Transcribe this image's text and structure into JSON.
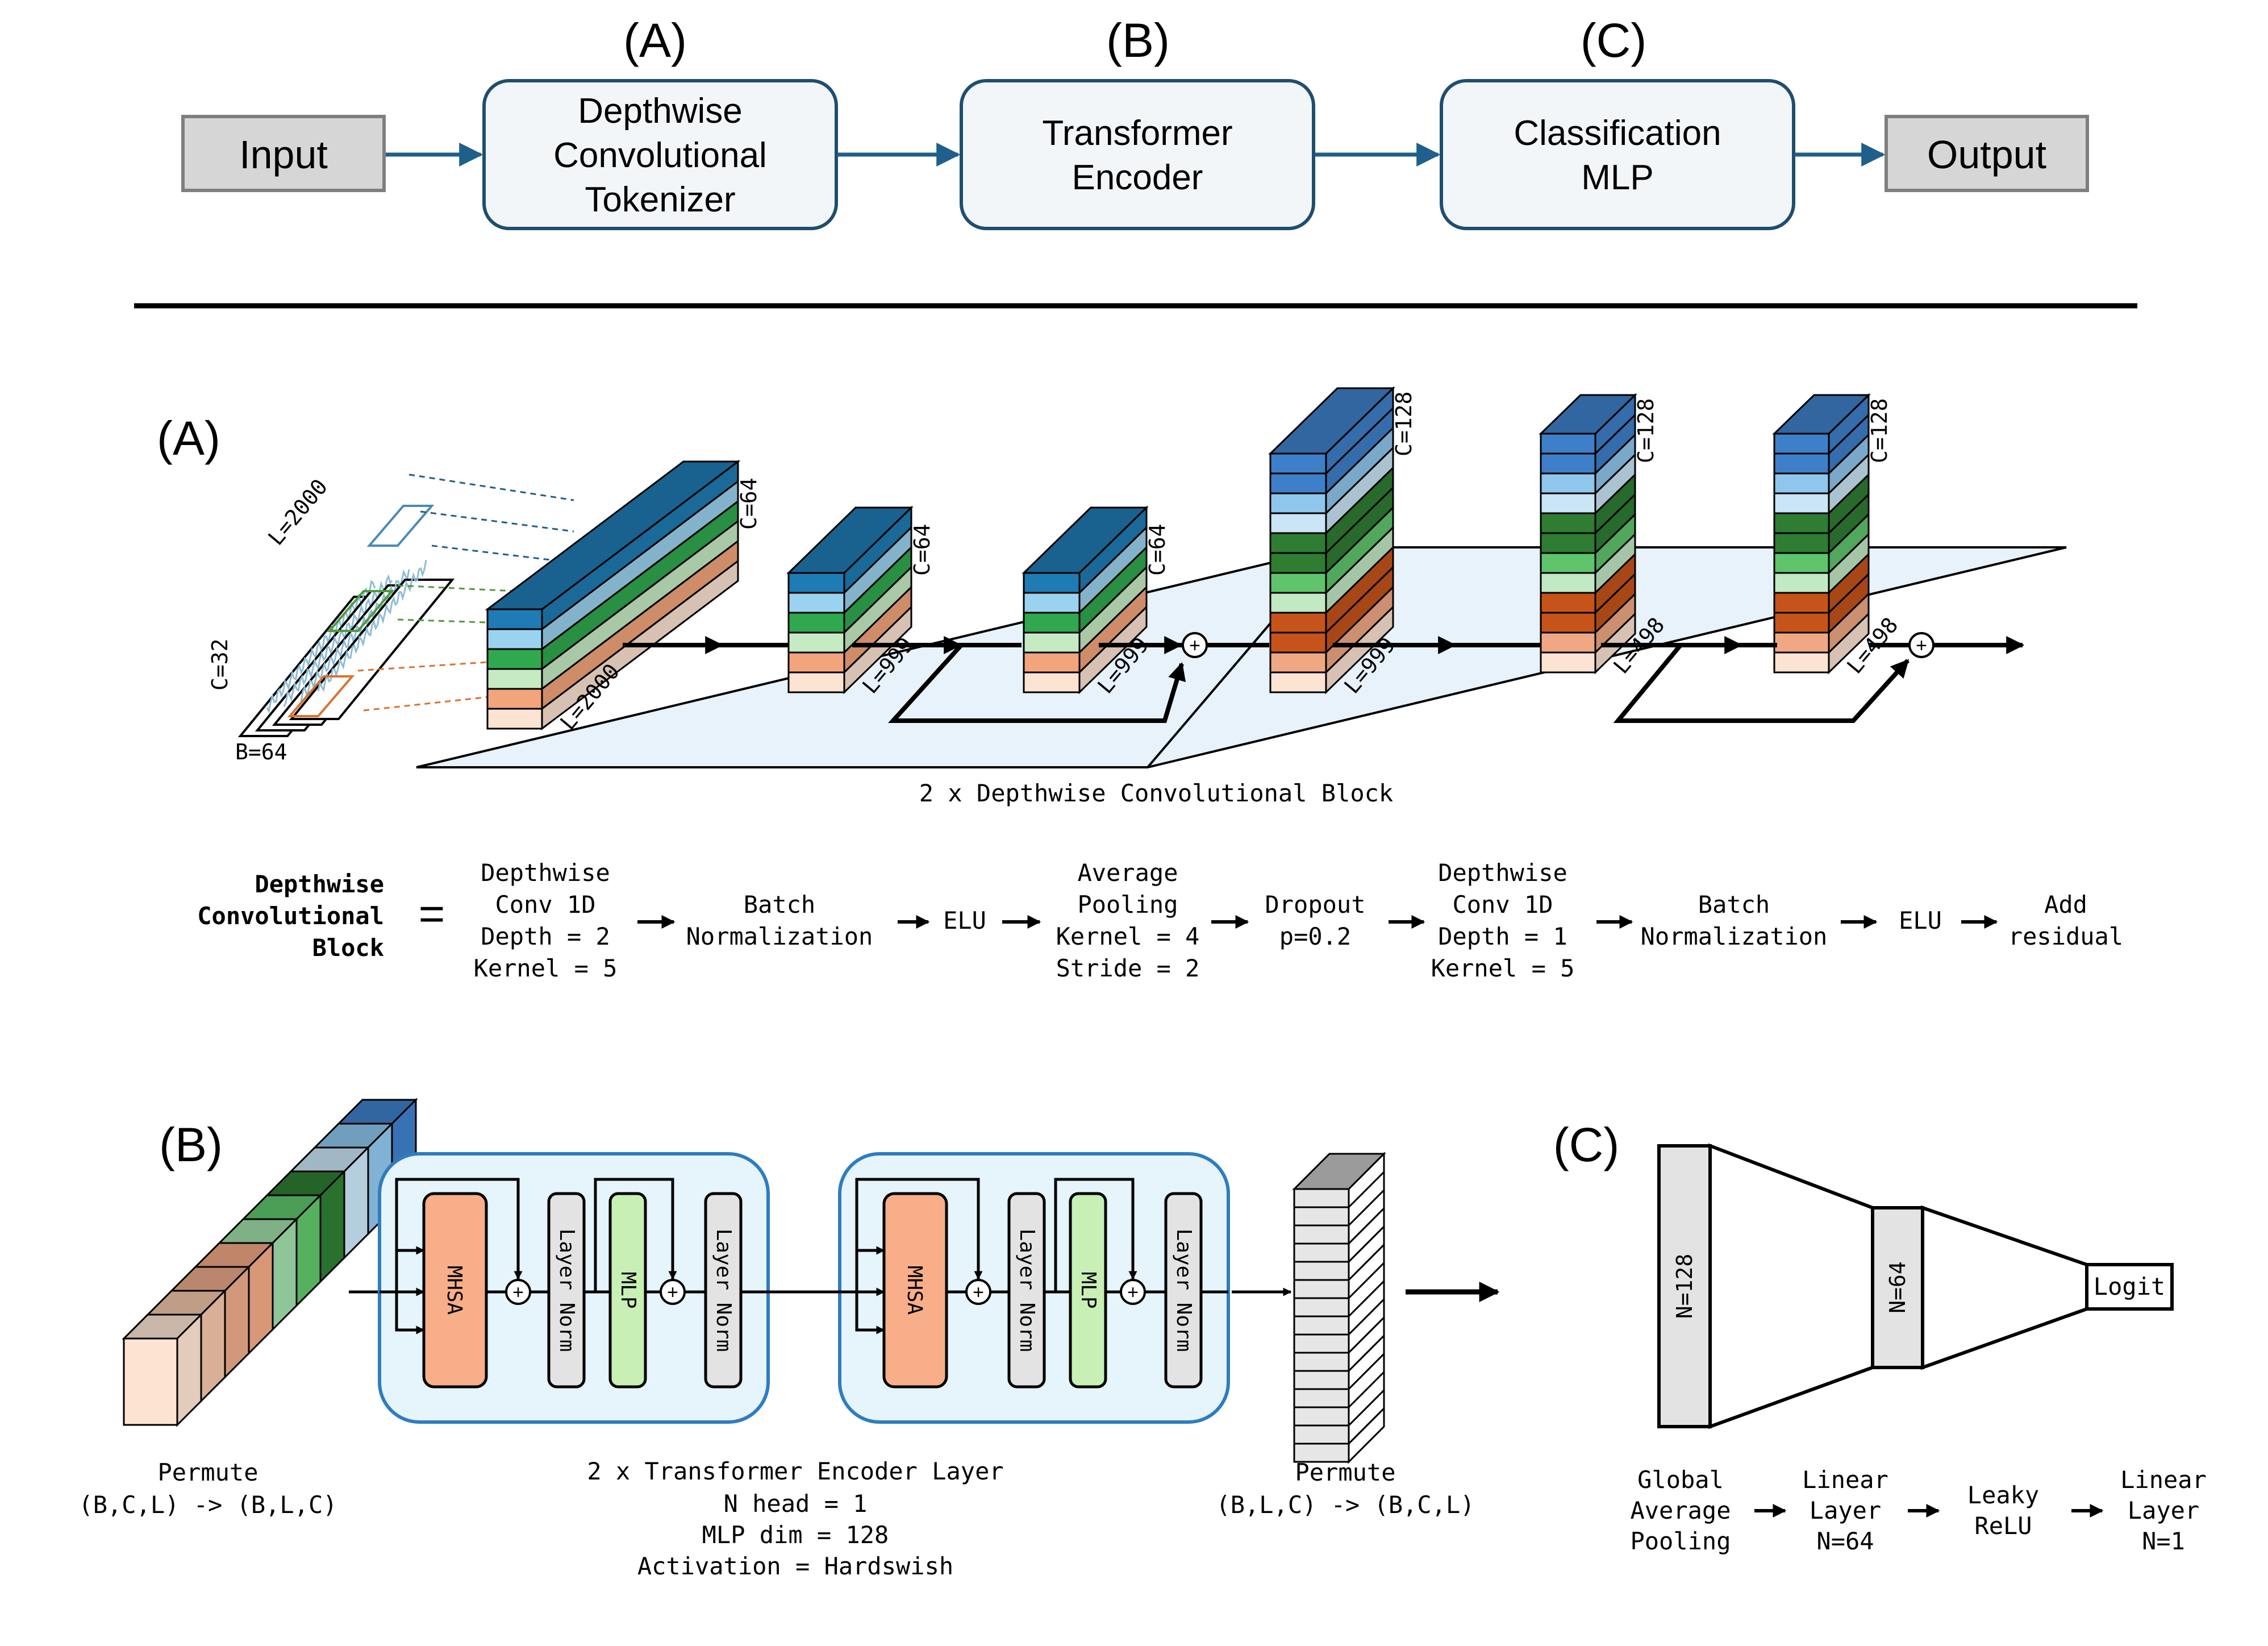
{
  "top_flow": {
    "section_labels": [
      "(A)",
      "(B)",
      "(C)"
    ],
    "input": "Input",
    "output": "Output",
    "tokenizer": [
      "Depthwise",
      "Convolutional",
      "Tokenizer"
    ],
    "encoder": [
      "Transformer",
      "Encoder"
    ],
    "classifier": [
      "Classification",
      "MLP"
    ]
  },
  "section_a": {
    "label": "(A)",
    "input_dims": {
      "L": "L=2000",
      "C": "C=32",
      "B": "B=64"
    },
    "stages": [
      {
        "C": "C=64",
        "L": "L=2000"
      },
      {
        "C": "C=64",
        "L": "L=999"
      },
      {
        "C": "C=64",
        "L": "L=999"
      },
      {
        "C": "C=128",
        "L": "L=999"
      },
      {
        "C": "C=128",
        "L": "L=498"
      },
      {
        "C": "C=128",
        "L": "L=498"
      }
    ],
    "block_caption": "2 x Depthwise Convolutional Block",
    "definition": {
      "name": [
        "Depthwise",
        "Convolutional",
        "Block"
      ],
      "equals": "=",
      "steps": [
        [
          "Depthwise",
          "Conv 1D",
          "Depth = 2",
          "Kernel = 5"
        ],
        [
          "Batch",
          "Normalization"
        ],
        [
          "ELU"
        ],
        [
          "Average",
          "Pooling",
          "Kernel = 4",
          "Stride = 2"
        ],
        [
          "Dropout",
          "p=0.2"
        ],
        [
          "Depthwise",
          "Conv 1D",
          "Depth = 1",
          "Kernel = 5"
        ],
        [
          "Batch",
          "Normalization"
        ],
        [
          "ELU"
        ],
        [
          "Add",
          "residual"
        ]
      ]
    }
  },
  "section_b": {
    "label": "(B)",
    "permute_in": [
      "Permute",
      "(B,C,L) -> (B,L,C)"
    ],
    "layer_labels": {
      "mhsa": "MHSA",
      "norm": "Layer Norm",
      "mlp": "MLP"
    },
    "encoder_caption": [
      "2 x Transformer Encoder Layer",
      "N head = 1",
      "MLP dim = 128",
      "Activation = Hardswish"
    ],
    "permute_out": [
      "Permute",
      "(B,L,C) -> (B,C,L)"
    ]
  },
  "section_c": {
    "label": "(C)",
    "layers": [
      "N=128",
      "N=64"
    ],
    "logit": "Logit",
    "steps": [
      [
        "Global",
        "Average",
        "Pooling"
      ],
      [
        "Linear",
        "Layer",
        "N=64"
      ],
      [
        "Leaky",
        "ReLU"
      ],
      [
        "Linear",
        "Layer",
        "N=1"
      ]
    ]
  },
  "colors": {
    "box_fill": "#f3f6f9",
    "box_stroke": "#1f4e6e",
    "io_fill": "#d6d6d6",
    "arrow_blue": "#1f5f8b",
    "plane_fill": "#e8f2fb",
    "encoder_fill": "#e6f4fc",
    "encoder_stroke": "#2e7dbf",
    "mhsa": "#f8ae88",
    "mlp": "#c8f0b4",
    "norm": "#e3e3e3"
  }
}
